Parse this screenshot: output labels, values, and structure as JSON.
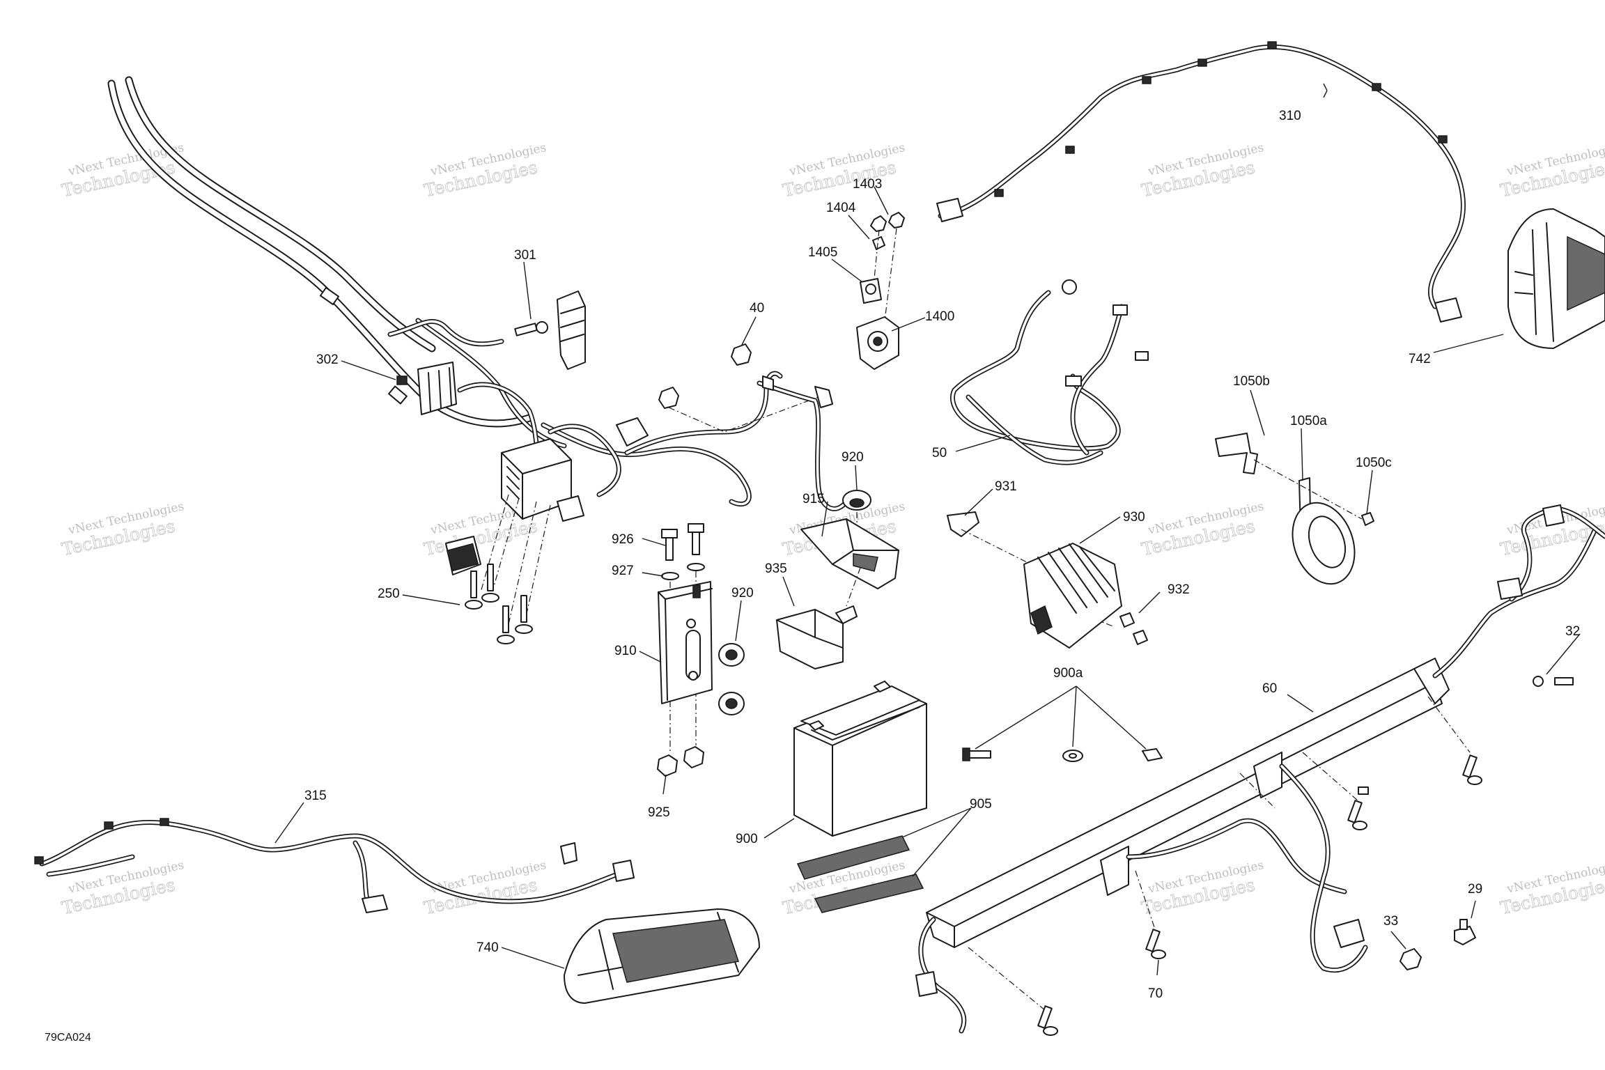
{
  "drawing_code": "79CA024",
  "watermark": {
    "line1": "vNext Technologies",
    "line2": "Technologies",
    "text": "vNext Technologies"
  },
  "parts": [
    {
      "id": "301"
    },
    {
      "id": "302"
    },
    {
      "id": "250"
    },
    {
      "id": "40"
    },
    {
      "id": "1403"
    },
    {
      "id": "1404"
    },
    {
      "id": "1405"
    },
    {
      "id": "1400"
    },
    {
      "id": "310"
    },
    {
      "id": "742"
    },
    {
      "id": "50"
    },
    {
      "id": "1050b"
    },
    {
      "id": "1050a"
    },
    {
      "id": "1050c"
    },
    {
      "id": "920"
    },
    {
      "id": "915"
    },
    {
      "id": "931"
    },
    {
      "id": "930"
    },
    {
      "id": "926"
    },
    {
      "id": "927"
    },
    {
      "id": "920"
    },
    {
      "id": "910"
    },
    {
      "id": "935"
    },
    {
      "id": "932"
    },
    {
      "id": "925"
    },
    {
      "id": "900a"
    },
    {
      "id": "60"
    },
    {
      "id": "32"
    },
    {
      "id": "900"
    },
    {
      "id": "905"
    },
    {
      "id": "315"
    },
    {
      "id": "740"
    },
    {
      "id": "29"
    },
    {
      "id": "33"
    },
    {
      "id": "70"
    }
  ]
}
